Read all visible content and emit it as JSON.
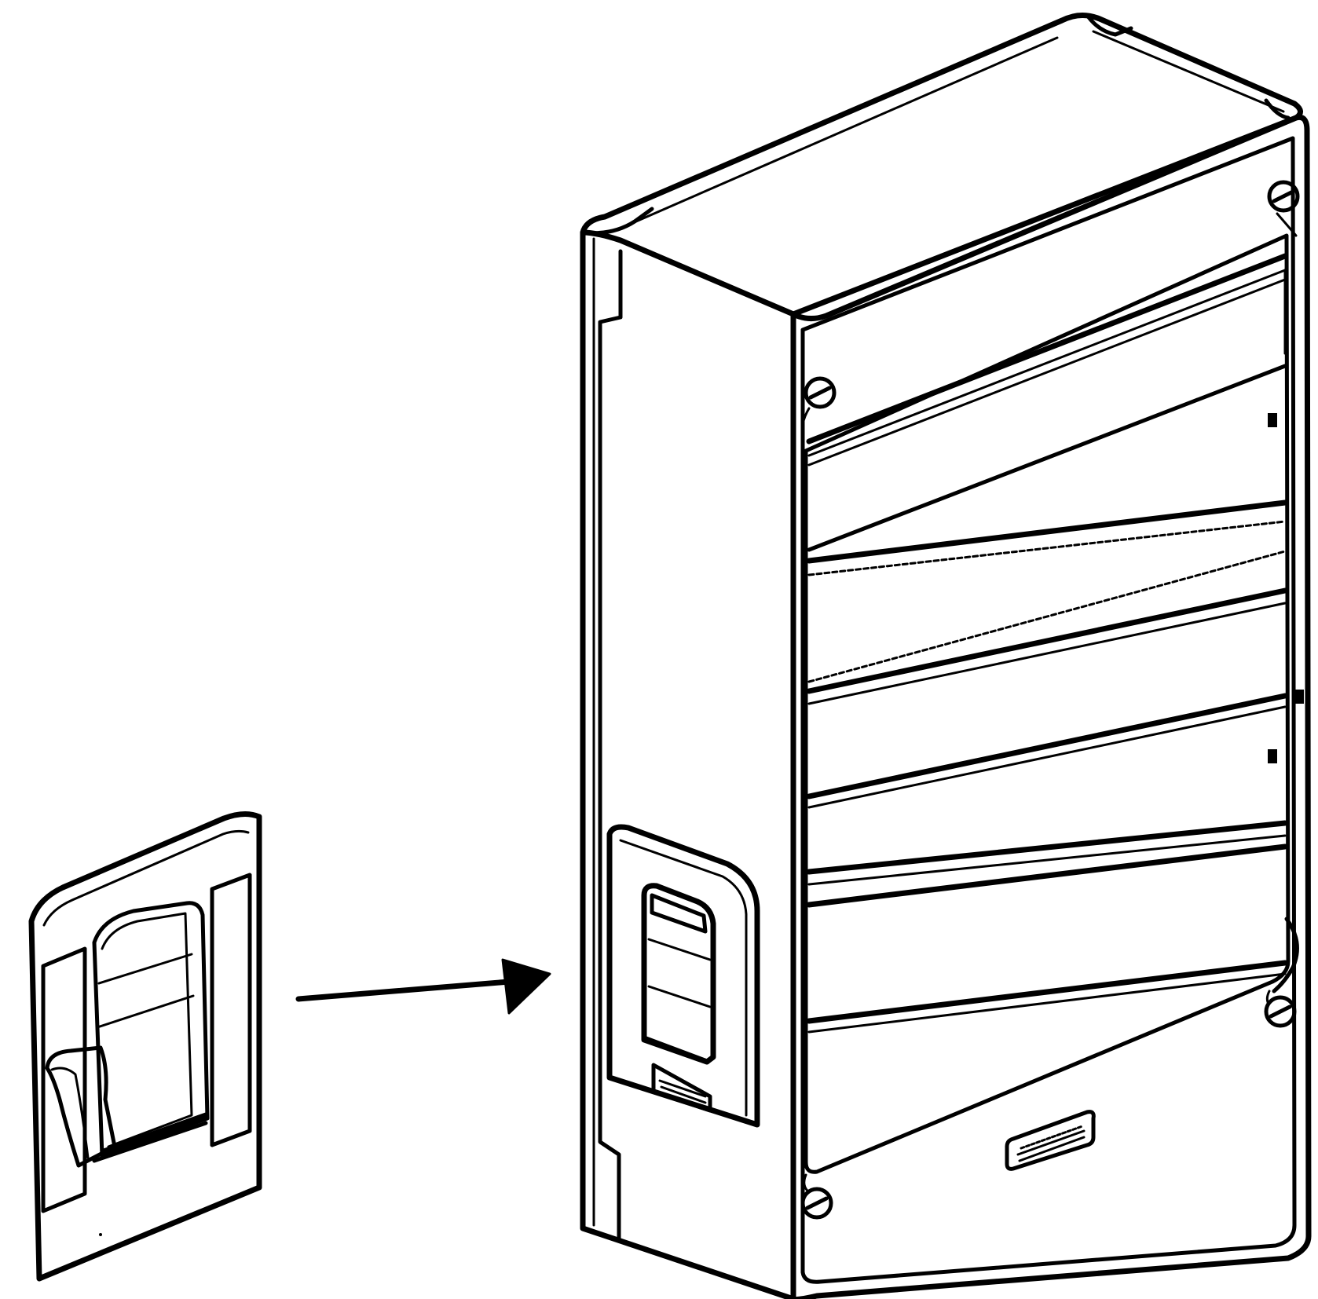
{
  "figure": {
    "kind": "patent line drawing",
    "colors": {
      "line": "#000000",
      "background": "#ffffff"
    },
    "parts": [
      {
        "name": "detached-cover-plate"
      },
      {
        "name": "arrow"
      },
      {
        "name": "electrical-enclosure"
      }
    ]
  }
}
